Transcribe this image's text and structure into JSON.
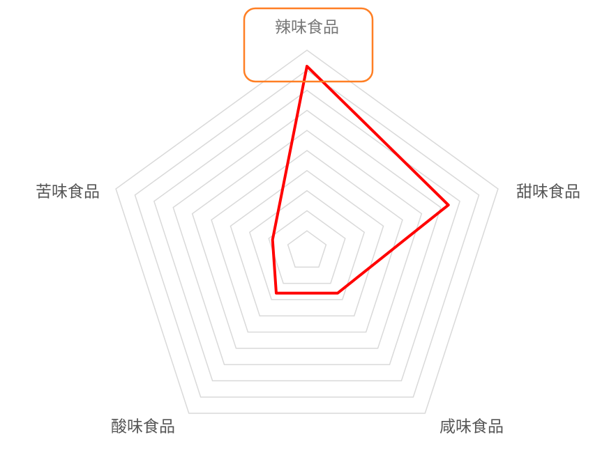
{
  "chart_data": {
    "type": "radar",
    "indicators": [
      "辣味食品",
      "甜味食品",
      "咸味食品",
      "酸味食品",
      "苦味食品"
    ],
    "max": 100,
    "split_number": 10,
    "series": [
      {
        "values": [
          92,
          74,
          26,
          26,
          18
        ],
        "color": "#ff0000"
      }
    ],
    "highlighted_indicator": "辣味食品",
    "highlight_color": "#ff7f24",
    "grid_color": "#d9d9d9",
    "label_color": "#555555",
    "highlighted_label_color": "#777777"
  }
}
